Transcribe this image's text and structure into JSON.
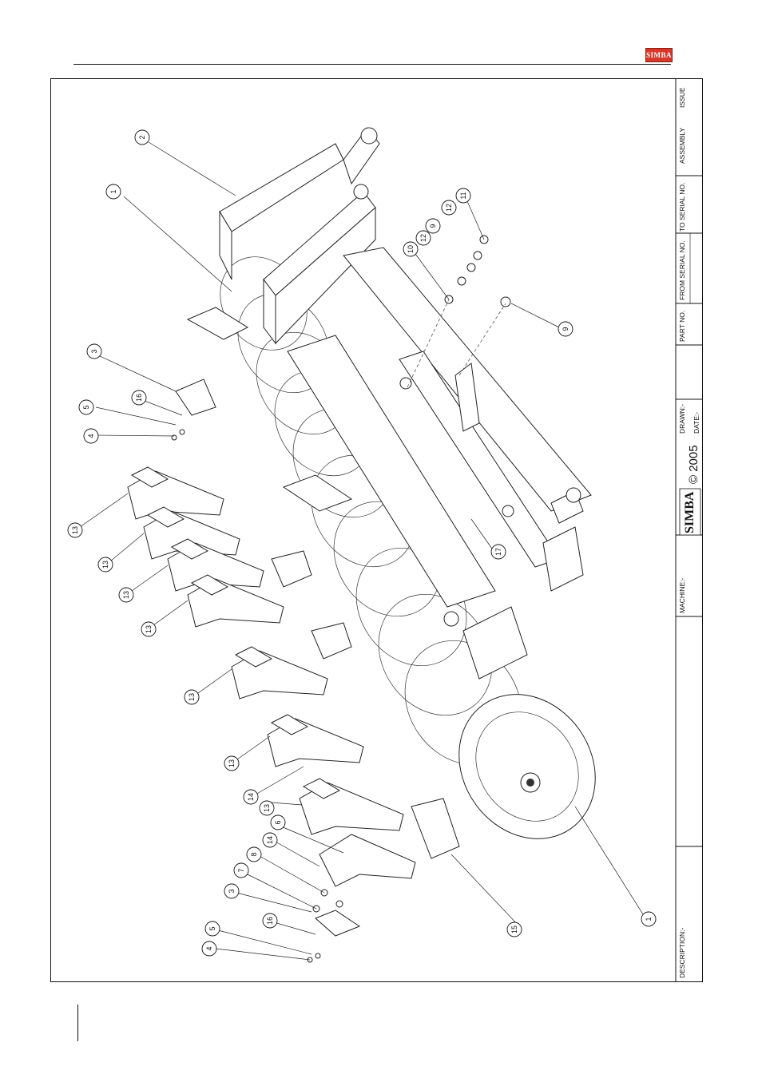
{
  "header": {
    "logo_text": "SIMBA"
  },
  "title_block": {
    "issue_label": "ISSUE",
    "assembly_label": "ASSEMBLY",
    "to_serial_label": "TO SERIAL NO.",
    "from_serial_label": "FROM SERIAL NO.",
    "part_no_label": "PART NO.",
    "drawn_label": "DRAWN:-",
    "date_label": "DATE:-",
    "copyright_text": "© 2005",
    "brand_logo": "SIMBA",
    "machine_label": "MACHINE:-",
    "description_label": "DESCRIPTION:-"
  },
  "callouts": [
    "1",
    "1",
    "2",
    "3",
    "3",
    "4",
    "4",
    "5",
    "5",
    "6",
    "7",
    "8",
    "9",
    "9",
    "10",
    "11",
    "12",
    "12",
    "13",
    "13",
    "13",
    "13",
    "13",
    "13",
    "13",
    "14",
    "14",
    "15",
    "16",
    "16",
    "17"
  ],
  "colors": {
    "logo_red": "#d8382a",
    "line": "#111111"
  }
}
